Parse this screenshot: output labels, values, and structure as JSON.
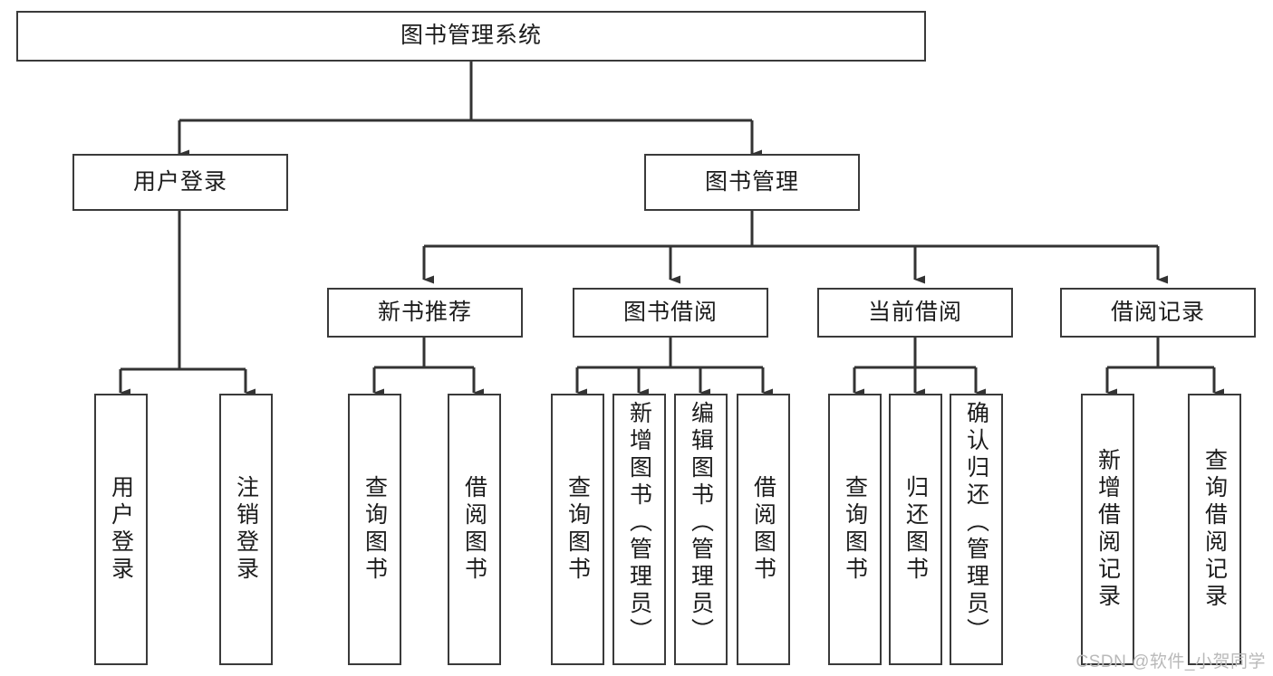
{
  "diagram": {
    "title": "图书管理系统",
    "type": "tree-hierarchy-diagram",
    "colors": {
      "box_border": "#3a3a3a",
      "box_fill": "#ffffff",
      "connector": "#333333",
      "text": "#1c1c1c",
      "watermark": "#b9b9b9",
      "background": "#ffffff"
    },
    "root": {
      "label": "图书管理系统"
    },
    "level2": [
      {
        "label": "用户登录"
      },
      {
        "label": "图书管理"
      }
    ],
    "level3": [
      {
        "label": "新书推荐"
      },
      {
        "label": "图书借阅"
      },
      {
        "label": "当前借阅"
      },
      {
        "label": "借阅记录"
      }
    ],
    "leaves_user_login": [
      {
        "label": "用户登录"
      },
      {
        "label": "注销登录"
      }
    ],
    "leaves_new_book": [
      {
        "label": "查询图书"
      },
      {
        "label": "借阅图书"
      }
    ],
    "leaves_borrow": [
      {
        "label": "查询图书"
      },
      {
        "label": "新增图书（管理员）"
      },
      {
        "label": "编辑图书（管理员）"
      },
      {
        "label": "借阅图书"
      }
    ],
    "leaves_current": [
      {
        "label": "查询图书"
      },
      {
        "label": "归还图书"
      },
      {
        "label": "确认归还（管理员）"
      }
    ],
    "leaves_records": [
      {
        "label": "新增借阅记录"
      },
      {
        "label": "查询借阅记录"
      }
    ],
    "watermark": "CSDN @软件_小贺同学"
  }
}
